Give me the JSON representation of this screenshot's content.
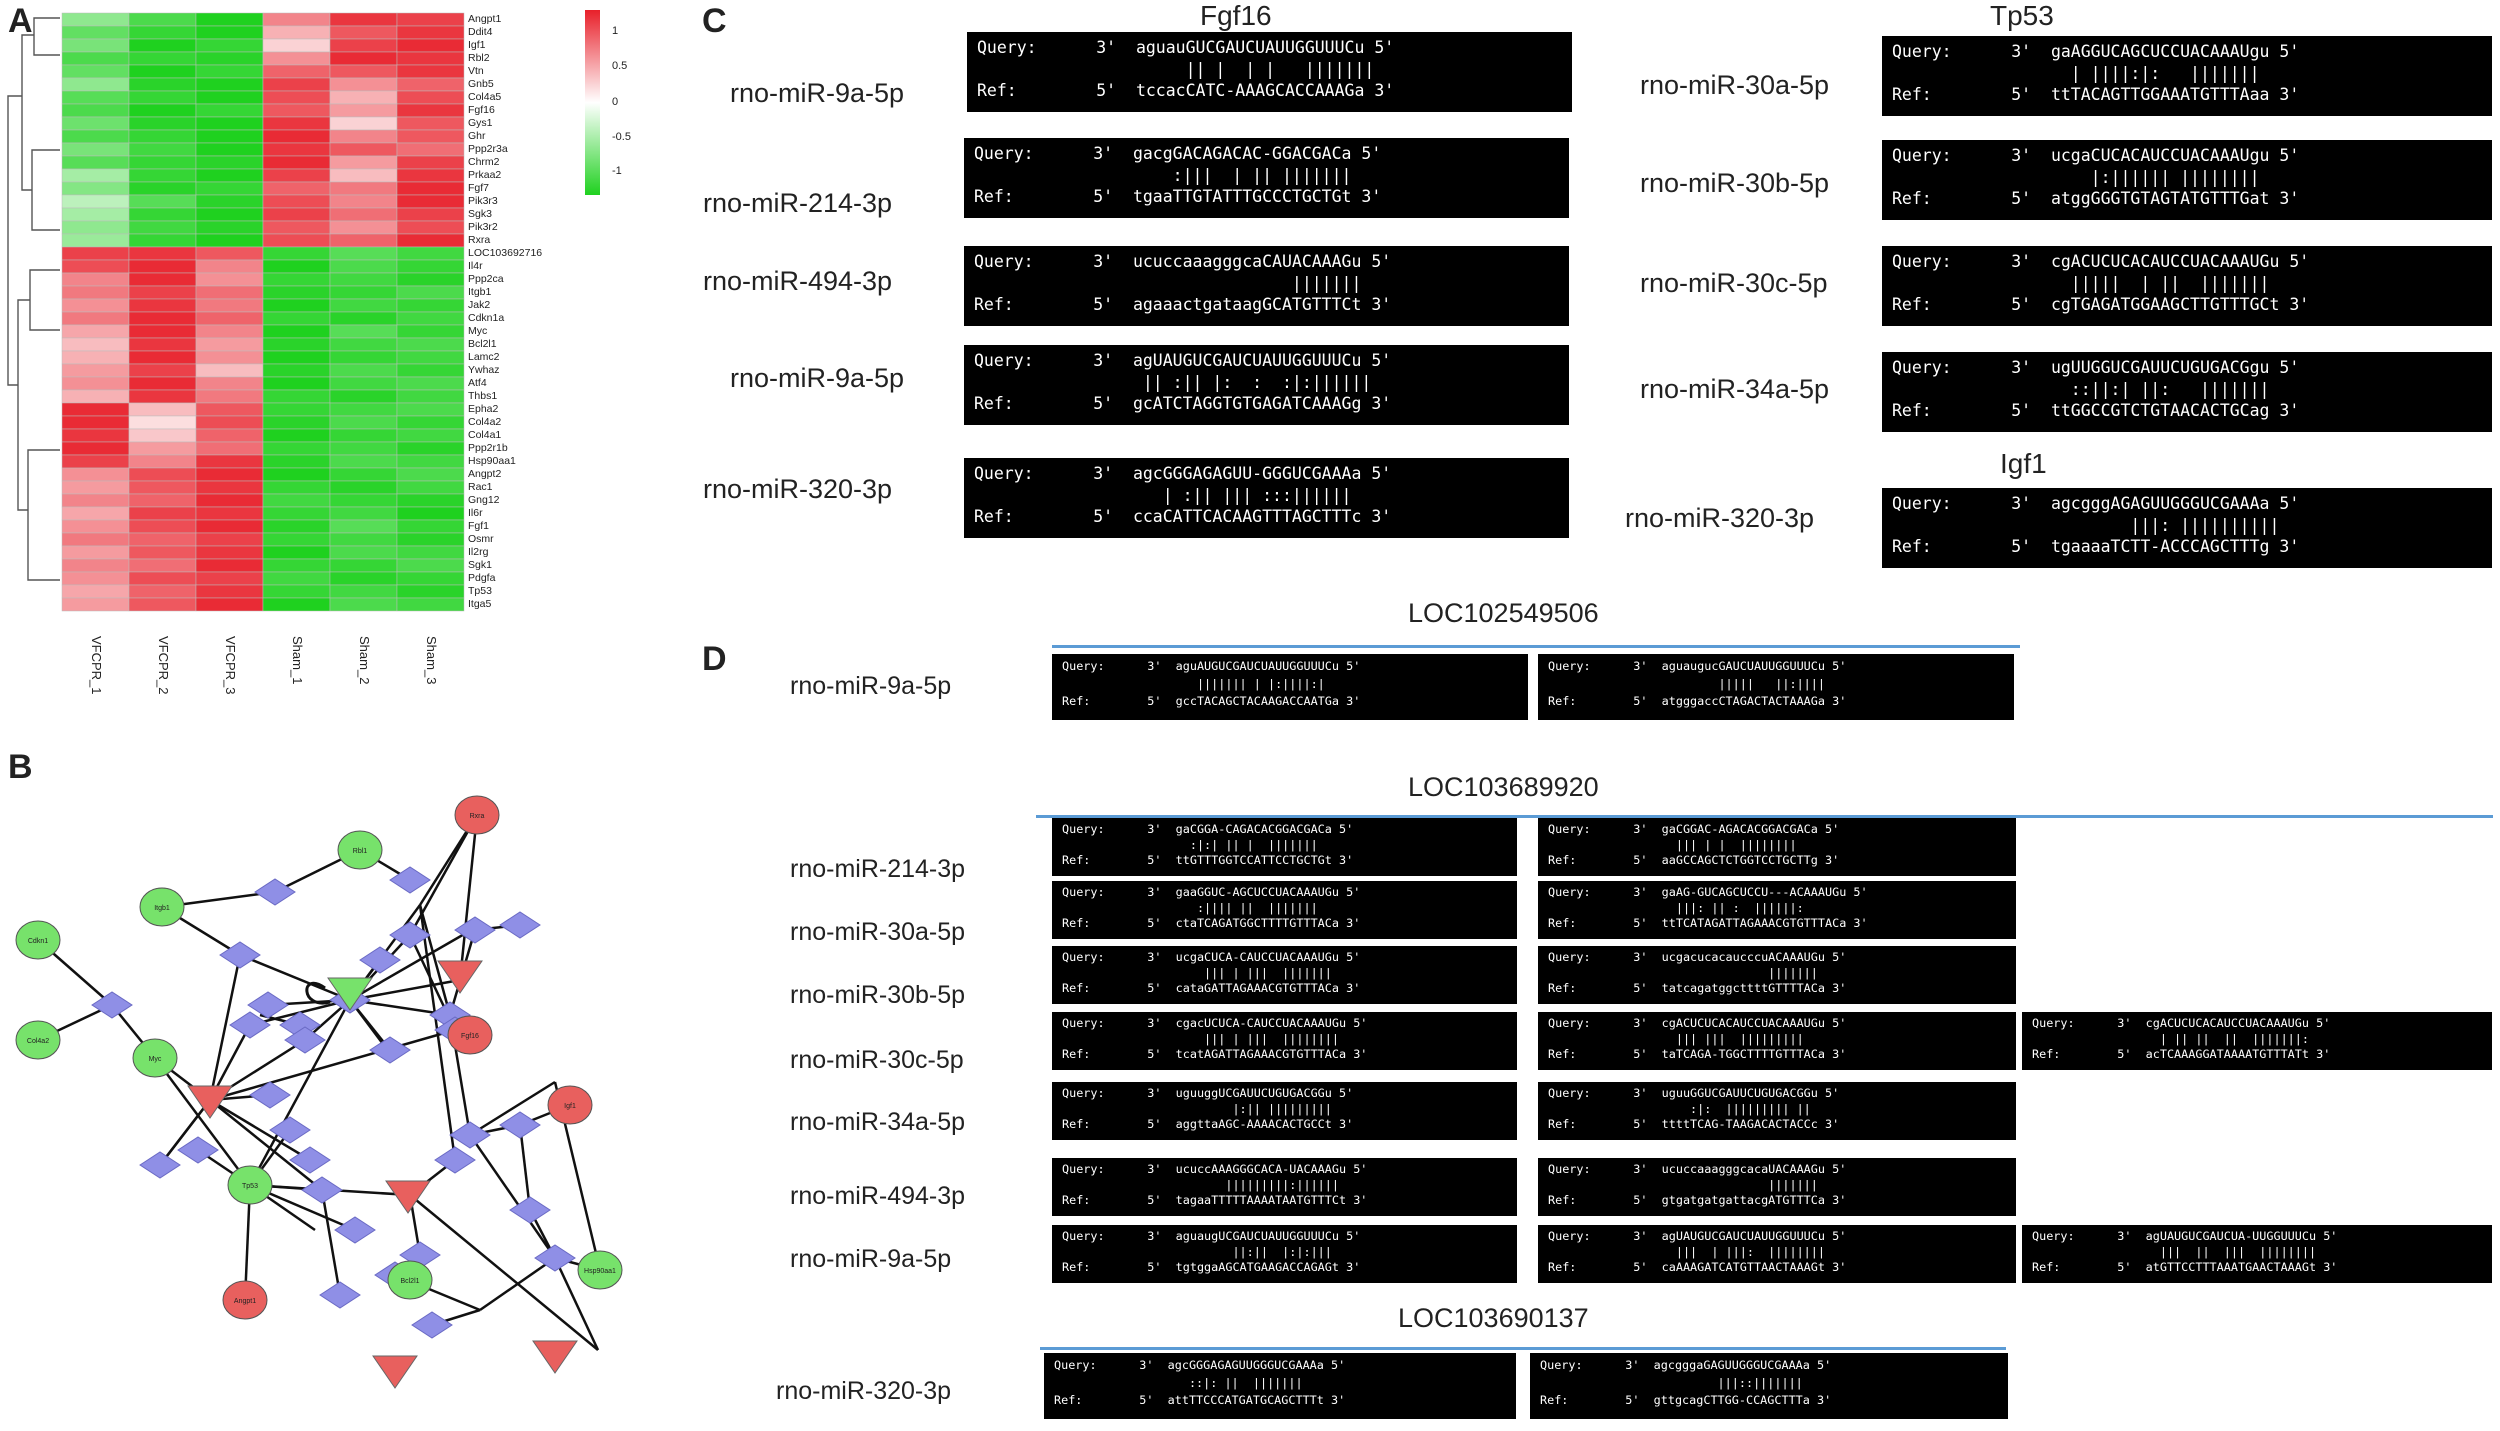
{
  "panels": {
    "A": "A",
    "B": "B",
    "C": "C",
    "D": "D"
  },
  "heatmap": {
    "genes": [
      "Angpt1",
      "Ddit4",
      "Igf1",
      "Rbl2",
      "Vtn",
      "Gnb5",
      "Col4a5",
      "Fgf16",
      "Gys1",
      "Ghr",
      "Ppp2r3a",
      "Chrm2",
      "Prkaa2",
      "Fgf7",
      "Pik3r3",
      "Sgk3",
      "Pik3r2",
      "Rxra",
      "LOC103692716",
      "Il4r",
      "Ppp2ca",
      "Itgb1",
      "Jak2",
      "Cdkn1a",
      "Myc",
      "Bcl2l1",
      "Lamc2",
      "Ywhaz",
      "Atf4",
      "Thbs1",
      "Epha2",
      "Col4a2",
      "Col4a1",
      "Ppp2r1b",
      "Hsp90aa1",
      "Angpt2",
      "Rac1",
      "Gng12",
      "Il6r",
      "Fgf1",
      "Osmr",
      "Il2rg",
      "Sgk1",
      "Pdgfa",
      "Tp53",
      "Itga5"
    ],
    "samples": [
      "VFCPR_1",
      "VFCPR_2",
      "VFCPR_3",
      "Sham_1",
      "Sham_2",
      "Sham_3"
    ],
    "values": [
      [
        -0.5,
        -0.8,
        -1.0,
        0.55,
        0.9,
        0.85
      ],
      [
        -0.7,
        -0.9,
        -1.0,
        0.35,
        0.75,
        0.9
      ],
      [
        -0.6,
        -1.0,
        -0.9,
        0.2,
        0.85,
        0.95
      ],
      [
        -0.8,
        -0.9,
        -0.95,
        0.5,
        0.95,
        0.9
      ],
      [
        -0.7,
        -1.0,
        -0.9,
        0.7,
        0.75,
        0.9
      ],
      [
        -0.5,
        -0.95,
        -1.0,
        0.85,
        0.5,
        0.7
      ],
      [
        -0.75,
        -0.9,
        -1.0,
        0.8,
        0.35,
        0.8
      ],
      [
        -0.8,
        -1.0,
        -0.9,
        0.75,
        0.45,
        0.9
      ],
      [
        -0.65,
        -0.95,
        -1.0,
        0.9,
        0.2,
        0.75
      ],
      [
        -0.8,
        -0.9,
        -1.0,
        0.95,
        0.55,
        0.75
      ],
      [
        -0.6,
        -0.85,
        -1.0,
        0.9,
        0.75,
        0.65
      ],
      [
        -0.75,
        -0.9,
        -0.95,
        0.95,
        0.45,
        0.85
      ],
      [
        -0.4,
        -0.9,
        -1.0,
        0.85,
        0.3,
        0.9
      ],
      [
        -0.55,
        -0.95,
        -0.9,
        0.7,
        0.6,
        0.95
      ],
      [
        -0.3,
        -0.75,
        -0.95,
        0.8,
        0.55,
        0.95
      ],
      [
        -0.4,
        -0.9,
        -1.0,
        0.85,
        0.65,
        0.85
      ],
      [
        -0.5,
        -0.85,
        -0.95,
        0.75,
        0.5,
        0.8
      ],
      [
        -0.45,
        -0.9,
        -1.0,
        0.8,
        0.7,
        0.95
      ],
      [
        0.85,
        0.9,
        0.75,
        -0.9,
        -0.75,
        -0.85
      ],
      [
        0.8,
        0.95,
        0.55,
        -1.0,
        -0.8,
        -0.9
      ],
      [
        0.55,
        0.95,
        0.5,
        -0.9,
        -0.85,
        -0.95
      ],
      [
        0.6,
        0.85,
        0.65,
        -0.95,
        -0.9,
        -0.8
      ],
      [
        0.5,
        0.9,
        0.6,
        -1.0,
        -0.85,
        -0.9
      ],
      [
        0.6,
        0.95,
        0.7,
        -0.9,
        -0.95,
        -0.85
      ],
      [
        0.4,
        0.95,
        0.55,
        -1.0,
        -0.75,
        -0.9
      ],
      [
        0.3,
        0.9,
        0.45,
        -0.95,
        -0.85,
        -0.8
      ],
      [
        0.35,
        0.95,
        0.5,
        -1.0,
        -0.9,
        -0.85
      ],
      [
        0.45,
        0.85,
        0.3,
        -0.95,
        -0.8,
        -0.9
      ],
      [
        0.5,
        0.95,
        0.55,
        -1.0,
        -0.85,
        -0.8
      ],
      [
        0.35,
        0.9,
        0.6,
        -0.9,
        -0.95,
        -0.85
      ],
      [
        0.95,
        0.3,
        0.75,
        -0.9,
        -0.85,
        -0.8
      ],
      [
        0.95,
        0.15,
        0.8,
        -0.95,
        -0.8,
        -0.9
      ],
      [
        0.9,
        0.25,
        0.7,
        -1.0,
        -0.9,
        -0.85
      ],
      [
        0.95,
        0.45,
        0.65,
        -0.9,
        -0.85,
        -0.95
      ],
      [
        0.85,
        0.55,
        0.9,
        -0.95,
        -0.8,
        -0.85
      ],
      [
        0.5,
        0.8,
        0.95,
        -1.0,
        -0.9,
        -0.8
      ],
      [
        0.45,
        0.75,
        0.9,
        -0.9,
        -0.95,
        -0.85
      ],
      [
        0.55,
        0.7,
        0.95,
        -0.85,
        -0.9,
        -0.95
      ],
      [
        0.4,
        0.85,
        0.9,
        -0.9,
        -0.85,
        -1.0
      ],
      [
        0.5,
        0.8,
        0.95,
        -0.95,
        -0.75,
        -0.9
      ],
      [
        0.6,
        0.7,
        0.85,
        -0.9,
        -0.85,
        -0.95
      ],
      [
        0.45,
        0.75,
        0.9,
        -1.0,
        -0.8,
        -0.85
      ],
      [
        0.55,
        0.65,
        0.95,
        -0.9,
        -0.9,
        -0.8
      ],
      [
        0.5,
        0.8,
        0.85,
        -0.85,
        -0.95,
        -0.9
      ],
      [
        0.4,
        0.7,
        0.9,
        -0.9,
        -0.85,
        -0.95
      ],
      [
        0.45,
        0.75,
        0.95,
        -1.0,
        -0.8,
        -0.85
      ]
    ],
    "legend_ticks": [
      "1",
      "0.5",
      "0",
      "-0.5",
      "-1"
    ],
    "colors": {
      "high": "#e8202a",
      "mid": "#ffffff",
      "low": "#1fd11f"
    }
  },
  "network": {
    "colors": {
      "up": "#e8605e",
      "down": "#77e26b",
      "mirna": "#8f8fe6",
      "edge": "#111111"
    },
    "nodes": [
      {
        "label": "Rxra",
        "kind": "up-gene"
      },
      {
        "label": "Rbl1",
        "kind": "down-gene"
      },
      {
        "label": "Itgb1",
        "kind": "down-gene"
      },
      {
        "label": "Cdkn1",
        "kind": "down-gene"
      },
      {
        "label": "Col4a2",
        "kind": "down-gene"
      },
      {
        "label": "Myc",
        "kind": "down-gene"
      },
      {
        "label": "Tp53",
        "kind": "down-gene"
      },
      {
        "label": "Fgf16",
        "kind": "up-gene"
      },
      {
        "label": "Igf1",
        "kind": "up-gene"
      },
      {
        "label": "Hsp90aa1",
        "kind": "down-gene"
      },
      {
        "label": "Angpt1",
        "kind": "up-gene"
      },
      {
        "label": "Bcl2l1",
        "kind": "down-gene"
      }
    ]
  },
  "panelC": {
    "targets": [
      "Fgf16",
      "Tp53",
      "Igf1"
    ],
    "left_mirnas": [
      "rno-miR-9a-5p",
      "rno-miR-214-3p",
      "rno-miR-494-3p",
      "rno-miR-9a-5p",
      "rno-miR-320-3p"
    ],
    "right_mirnas": [
      "rno-miR-30a-5p",
      "rno-miR-30b-5p",
      "rno-miR-30c-5p",
      "rno-miR-34a-5p",
      "rno-miR-320-3p"
    ],
    "left_boxes": [
      [
        "Query:      3'  aguauGUCGAUCUAUUGGUUUCu 5'",
        "                     || |  | |   |||||||",
        "Ref:        5'  tccacCATC-AAAGCACCAAAGa 3'"
      ],
      [
        "Query:      3'  gacgGACAGACAC-GGACGACa 5'",
        "                    :|||  | || |||||||",
        "Ref:        5'  tgaaTTGTATTTGCCCTGCTGt 3'"
      ],
      [
        "Query:      3'  ucuccaaagggcaCAUACAAAGu 5'",
        "                                |||||||",
        "Ref:        5'  agaaactgataagGCATGTTTCt 3'"
      ],
      [
        "Query:      3'  agUAUGUCGAUCUAUUGGUUUCu 5'",
        "                 || :|| |:  :  :|:||||||",
        "Ref:        5'  gcATCTAGGTGTGAGATCAAAGg 3'"
      ],
      [
        "Query:      3'  agcGGGAGAGUU-GGGUCGAAAa 5'",
        "                   | :|| ||| :::||||||",
        "Ref:        5'  ccaCATTCACAAGTTTAGCTTTc 3'"
      ]
    ],
    "right_boxes": [
      [
        "Query:      3'  gaAGGUCAGCUCCUACAAAUgu 5'",
        "                  | ||||:|:   |||||||",
        "Ref:        5'  ttTACAGTTGGAAATGTTTAaa 3'"
      ],
      [
        "Query:      3'  ucgaCUCACAUCCUACAAAUgu 5'",
        "                    |:|||||| ||||||||",
        "Ref:        5'  atggGGGTGTAGTATGTTTGat 3'"
      ],
      [
        "Query:      3'  cgACUCUCACAUCCUACAAAUGu 5'",
        "                  |||||  | ||  |||||||",
        "Ref:        5'  cgTGAGATGGAAGCTTGTTTGCt 3'"
      ],
      [
        "Query:      3'  ugUUGGUCGAUUCUGUGACGgu 5'",
        "                  ::||:| ||:   |||||||",
        "Ref:        5'  ttGGCCGTCTGTAACACTGCag 3'"
      ],
      [
        "Query:      3'  agcgggAGAGUUGGGUCGAAAa 5'",
        "                        |||: ||||||||||",
        "Ref:        5'  tgaaaaTCTT-ACCCAGCTTTg 3'"
      ]
    ]
  },
  "panelD": {
    "groups": [
      {
        "target": "LOC102549506",
        "rows": [
          {
            "mirna": "rno-miR-9a-5p",
            "boxes": [
              [
                "Query:      3'  aguAUGUCGAUCUAUUGGUUUCu 5'",
                "                   ||||||| | |:||||:|",
                "Ref:        5'  gccTACAGCTACAAGACCAATGa 3'"
              ],
              [
                "Query:      3'  aguaugucGAUCUAUUGGUUUCu 5'",
                "                        |||||   ||:||||",
                "Ref:        5'  atgggaccCTAGACTACTAAAGa 3'"
              ]
            ]
          }
        ]
      },
      {
        "target": "LOC103689920",
        "rows": [
          {
            "mirna": "rno-miR-214-3p",
            "boxes": [
              [
                "Query:      3'  gaCGGA-CAGACACGGACGACa 5'",
                "                  :|:| || |  |||||||",
                "Ref:        5'  ttGTTTGGTCCATTCCTGCTGt 3'"
              ],
              [
                "Query:      3'  gaCGGAC-AGACACGGACGACa 5'",
                "                  ||| | |  ||||||||",
                "Ref:        5'  aaGCCAGCTCTGGTCCTGCTTg 3'"
              ]
            ]
          },
          {
            "mirna": "rno-miR-30a-5p",
            "boxes": [
              [
                "Query:      3'  gaaGGUC-AGCUCCUACAAAUGu 5'",
                "                   :|||| ||  |||||||",
                "Ref:        5'  ctaTCAGATGGCTTTTGTTTACa 3'"
              ],
              [
                "Query:      3'  gaAG-GUCAGCUCCU---ACAAAUGu 5'",
                "                  |||: || :  ||||||:",
                "Ref:        5'  ttTCATAGATTAGAAACGTGTTTACa 3'"
              ]
            ]
          },
          {
            "mirna": "rno-miR-30b-5p",
            "boxes": [
              [
                "Query:      3'  ucgaCUCA-CAUCCUACAAAUGu 5'",
                "                    ||| | |||  |||||||",
                "Ref:        5'  cataGATTAGAAACGTGTTTACa 3'"
              ],
              [
                "Query:      3'  ucgacucacaucccuACAAAUGu 5'",
                "                               |||||||",
                "Ref:        5'  tatcagatggcttttGTTTTACa 3'"
              ]
            ]
          },
          {
            "mirna": "rno-miR-30c-5p",
            "boxes": [
              [
                "Query:      3'  cgacUCUCA-CAUCCUACAAAUGu 5'",
                "                    ||| | |||  ||||||||",
                "Ref:        5'  tcatAGATTAGAAACGTGTTTACa 3'"
              ],
              [
                "Query:      3'  cgACUCUCACAUCCUACAAAUGu 5'",
                "                  ||| |||  |||||||||",
                "Ref:        5'  taTCAGA-TGGCTTTTGTTTACa 3'"
              ],
              [
                "Query:      3'  cgACUCUCACAUCCUACAAAUGu 5'",
                "                  | || ||  ||  |||||||:",
                "Ref:        5'  acTCAAAGGATAAAATGTTTATt 3'"
              ]
            ]
          },
          {
            "mirna": "rno-miR-34a-5p",
            "boxes": [
              [
                "Query:      3'  uguuggUCGAUUCUGUGACGGu 5'",
                "                        |:|| |||||||||",
                "Ref:        5'  aggttaAGC-AAAACACTGCCt 3'"
              ],
              [
                "Query:      3'  uguuGGUCGAUUCUGUGACGGu 5'",
                "                    :|:  ||||||||| ||",
                "Ref:        5'  ttttTCAG-TAAGACACTACCc 3'"
              ]
            ]
          },
          {
            "mirna": "rno-miR-494-3p",
            "boxes": [
              [
                "Query:      3'  ucuccAAAGGGCACA-UACAAAGu 5'",
                "                       |||||||||:||||||",
                "Ref:        5'  tagaaTTTTTAAAATAATGTTTCt 3'"
              ],
              [
                "Query:      3'  ucuccaaagggcacaUACAAAGu 5'",
                "                               |||||||",
                "Ref:        5'  gtgatgatgattacgATGTTTCa 3'"
              ]
            ]
          },
          {
            "mirna": "rno-miR-9a-5p",
            "boxes": [
              [
                "Query:      3'  aguaugUCGAUCUAUUGGUUUCu 5'",
                "                        ||:||  |:|:|||",
                "Ref:        5'  tgtggaAGCATGAAGACCAGAGt 3'"
              ],
              [
                "Query:      3'  agUAUGUCGAUCUAUUGGUUUCu 5'",
                "                  |||  | |||:  ||||||||",
                "Ref:        5'  caAAAGATCATGTTAACTAAAGt 3'"
              ],
              [
                "Query:      3'  agUAUGUCGAUCUA-UUGGUUUCu 5'",
                "                  |||  ||  |||  ||||||||",
                "Ref:        5'  atGTTCCTTTAAATGAACTAAAGt 3'"
              ]
            ]
          }
        ]
      },
      {
        "target": "LOC103690137",
        "rows": [
          {
            "mirna": "rno-miR-320-3p",
            "boxes": [
              [
                "Query:      3'  agcGGGAGAGUUGGGUCGAAAa 5'",
                "                   ::|: ||  |||||||",
                "Ref:        5'  attTTCCCATGATGCAGCTTTt 3'"
              ],
              [
                "Query:      3'  agcgggaGAGUUGGGUCGAAAa 5'",
                "                         |||::|||||||",
                "Ref:        5'  gttgcagCTTGG-CCAGCTTTa 3'"
              ]
            ]
          }
        ]
      }
    ]
  }
}
